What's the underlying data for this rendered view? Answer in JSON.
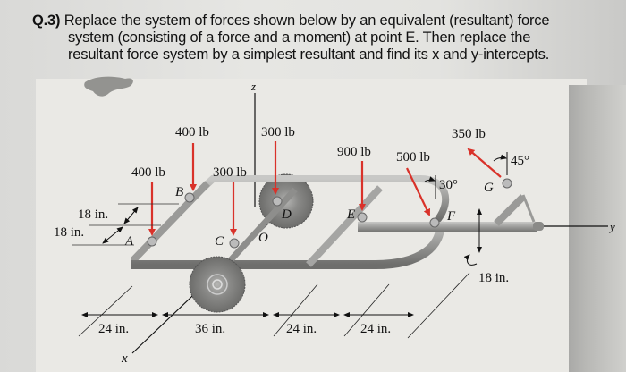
{
  "question": {
    "number": "Q.3)",
    "line1": "Replace the system of forces shown below by an equivalent (resultant) force",
    "line2": "system (consisting of a force and a moment) at point E. Then replace the",
    "line3": "resultant force system by a simplest resultant and find its x and y-intercepts."
  },
  "axes": {
    "z": "z",
    "x": "x",
    "y": "y",
    "origin": "O"
  },
  "points": {
    "A": "A",
    "B": "B",
    "C": "C",
    "D": "D",
    "E": "E",
    "F": "F",
    "G": "G"
  },
  "forces": [
    {
      "id": "force-A",
      "point": "A",
      "label": "400 lb",
      "direction": "down"
    },
    {
      "id": "force-B",
      "point": "B",
      "label": "400 lb",
      "direction": "down"
    },
    {
      "id": "force-C",
      "point": "C",
      "label": "300 lb",
      "direction": "down"
    },
    {
      "id": "force-D",
      "point": "D",
      "label": "300 lb",
      "direction": "down"
    },
    {
      "id": "force-E",
      "point": "E",
      "label": "900 lb",
      "direction": "down"
    },
    {
      "id": "force-F",
      "point": "F",
      "label": "500 lb",
      "direction": "30° from vertical"
    },
    {
      "id": "force-G",
      "point": "G",
      "label": "350 lb",
      "direction": "45° from vertical"
    }
  ],
  "angles": {
    "F": "30°",
    "G": "45°"
  },
  "dimensions": {
    "x_top": "18 in.",
    "x_bottom": "18 in.",
    "G_height": "18 in.",
    "y_spans": [
      "24 in.",
      "36 in.",
      "24 in.",
      "24 in."
    ]
  },
  "colors": {
    "force_arrow": "#d9322a",
    "frame": "#8d8d8b",
    "text": "#111111"
  }
}
